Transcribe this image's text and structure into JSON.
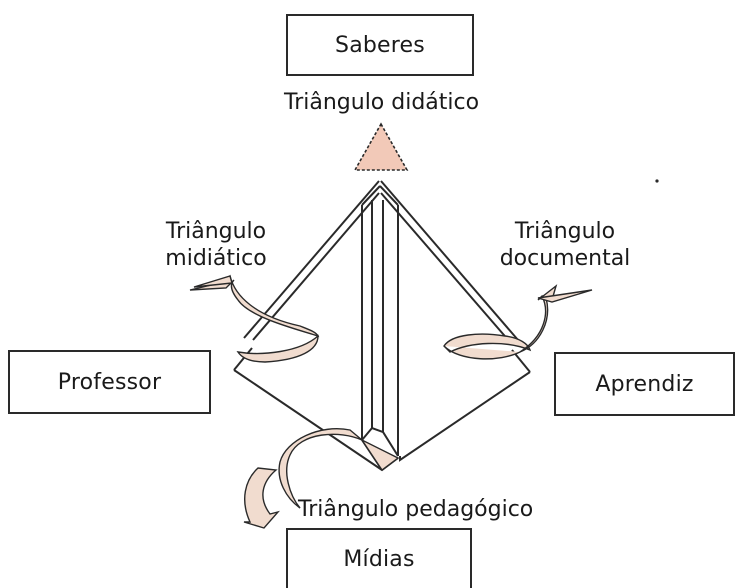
{
  "nodes": {
    "saberes": "Saberes",
    "professor": "Professor",
    "aprendiz": "Aprendiz",
    "midias": "Mídias"
  },
  "triangles": {
    "didatico": "Triângulo didático",
    "midiatico_line1": "Triângulo",
    "midiatico_line2": "midiático",
    "documental_line1": "Triângulo",
    "documental_line2": "documental",
    "pedagogico": "Triângulo pedagógico"
  },
  "colors": {
    "line": "#2a2a2a",
    "arrow_fill": "#f2c9b8",
    "swirl_fill": "#f1dccf"
  }
}
